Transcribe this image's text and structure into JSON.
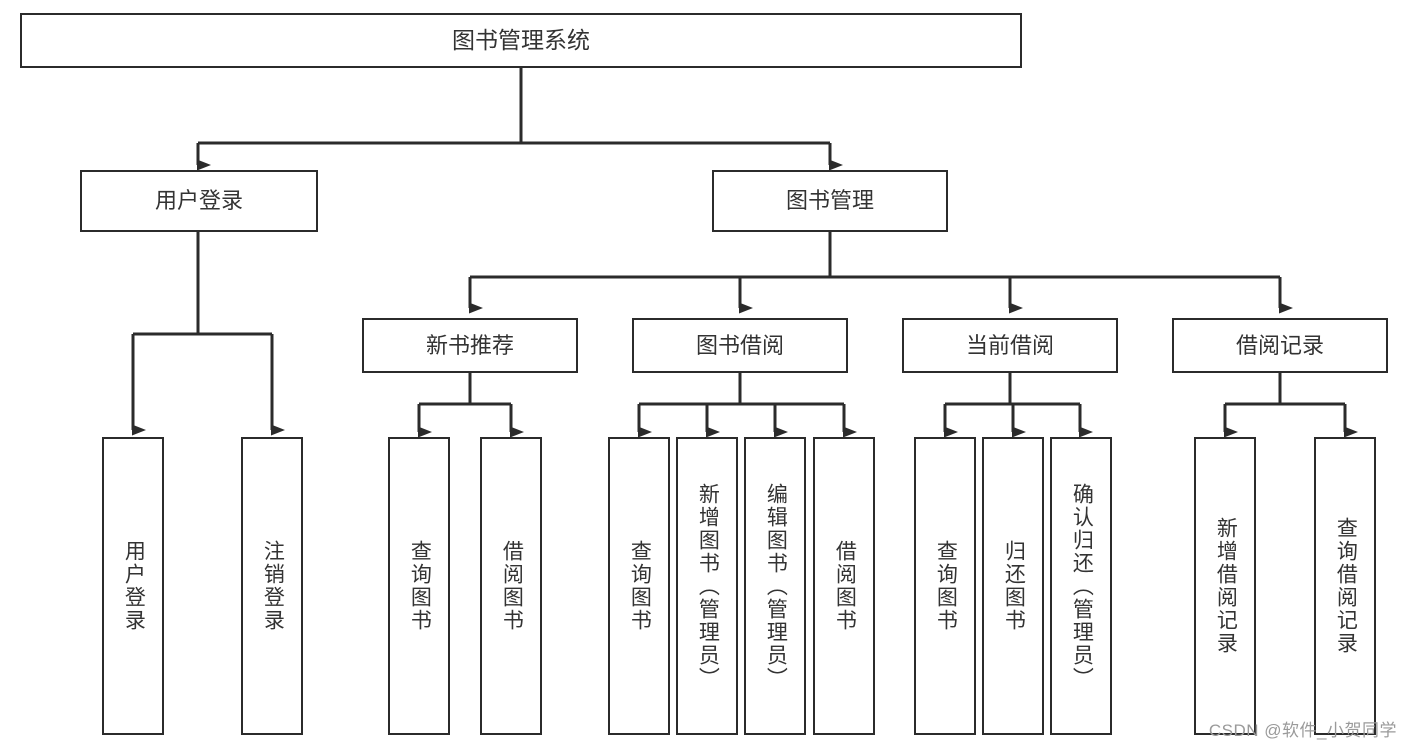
{
  "diagram": {
    "type": "tree-hierarchy",
    "title": "图书管理系统",
    "root": {
      "id": "root",
      "label": "图书管理系统"
    },
    "level2": [
      {
        "id": "user-login",
        "label": "用户登录"
      },
      {
        "id": "book-manage",
        "label": "图书管理"
      }
    ],
    "level3": [
      {
        "id": "new-book-rec",
        "label": "新书推荐",
        "parent": "book-manage"
      },
      {
        "id": "book-borrow",
        "label": "图书借阅",
        "parent": "book-manage"
      },
      {
        "id": "current-borrow",
        "label": "当前借阅",
        "parent": "book-manage"
      },
      {
        "id": "borrow-record",
        "label": "借阅记录",
        "parent": "book-manage"
      }
    ],
    "leaves": {
      "user_login": [
        {
          "id": "leaf-user-login",
          "label": "用户登录"
        },
        {
          "id": "leaf-logout-login",
          "label": "注销登录"
        }
      ],
      "new_book_rec": [
        {
          "id": "leaf-query-book-1",
          "label": "查询图书"
        },
        {
          "id": "leaf-borrow-book-1",
          "label": "借阅图书"
        }
      ],
      "book_borrow": [
        {
          "id": "leaf-query-book-2",
          "label": "查询图书"
        },
        {
          "id": "leaf-add-book",
          "label": "新增图书（管理员）"
        },
        {
          "id": "leaf-edit-book",
          "label": "编辑图书（管理员）"
        },
        {
          "id": "leaf-borrow-book-2",
          "label": "借阅图书"
        }
      ],
      "current_borrow": [
        {
          "id": "leaf-query-book-3",
          "label": "查询图书"
        },
        {
          "id": "leaf-return-book",
          "label": "归还图书"
        },
        {
          "id": "leaf-confirm-return",
          "label": "确认归还（管理员）"
        }
      ],
      "borrow_record": [
        {
          "id": "leaf-add-record",
          "label": "新增借阅记录"
        },
        {
          "id": "leaf-query-record",
          "label": "查询借阅记录"
        }
      ]
    },
    "colors": {
      "stroke": "#2b2b2b",
      "fill": "#ffffff",
      "text": "#333333",
      "watermark": "#9a9a9a"
    }
  },
  "watermark": {
    "text": "CSDN @软件_小贺同学"
  }
}
